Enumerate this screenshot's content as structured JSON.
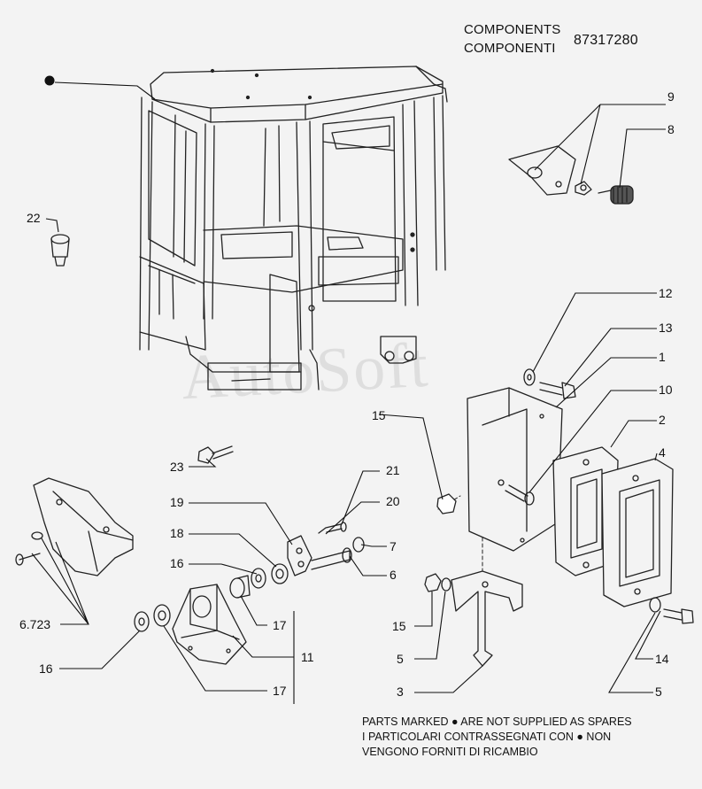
{
  "header": {
    "components_en": "COMPONENTS",
    "components_it": "COMPONENTI",
    "part_number": "87317280"
  },
  "watermark": "AutoSoft",
  "callouts": {
    "c22": "22",
    "c9": "9",
    "c8": "8",
    "c12": "12",
    "c13": "13",
    "c1": "1",
    "c10": "10",
    "c2": "2",
    "c4": "4",
    "c15a": "15",
    "c23": "23",
    "c21": "21",
    "c20": "20",
    "c19": "19",
    "c18": "18",
    "c7": "7",
    "c16a": "16",
    "c6": "6",
    "c6723": "6.723",
    "c17a": "17",
    "c11": "11",
    "c16b": "16",
    "c17b": "17",
    "c15b": "15",
    "c5a": "5",
    "c3": "3",
    "c14": "14",
    "c5b": "5"
  },
  "note": {
    "line1": "PARTS MARKED ● ARE NOT SUPPLIED AS SPARES",
    "line2": "I PARTICOLARI CONTRASSEGNATI CON ● NON",
    "line3": "VENGONO FORNITI DI RICAMBIO"
  }
}
